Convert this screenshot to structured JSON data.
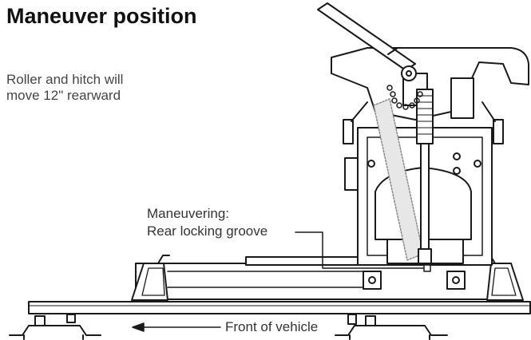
{
  "heading": {
    "title": "Maneuver position",
    "subtitle": "Roller and hitch will move 12\" rearward"
  },
  "callouts": {
    "maneuvering_line1": "Maneuvering:",
    "maneuvering_line2": "Rear locking groove"
  },
  "direction": {
    "front_label": "Front of vehicle"
  },
  "colors": {
    "line": "#1a1a1a",
    "text": "#333333",
    "heading": "#111111"
  }
}
